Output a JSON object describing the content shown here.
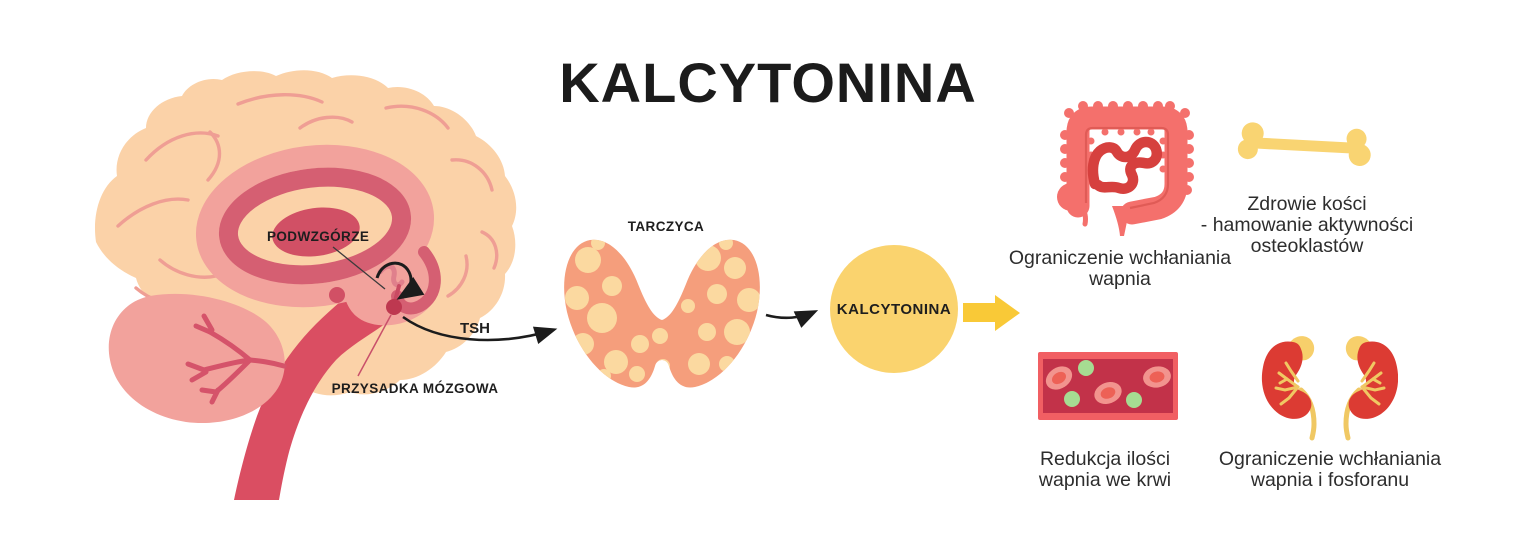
{
  "title": "KALCYTONINA",
  "brain": {
    "hypothalamus_label": "PODWZGÓRZE",
    "pituitary_label": "PRZYSADKA MÓZGOWA",
    "tsh_label": "TSH"
  },
  "thyroid": {
    "label": "TARCZYCA"
  },
  "hormone": {
    "label": "KALCYTONINA"
  },
  "effects": {
    "intestine": {
      "icon": "intestine-icon",
      "line1": "Ograniczenie wchłaniania",
      "line2": "wapnia"
    },
    "bone": {
      "icon": "bone-icon",
      "line1": "Zdrowie kości",
      "line2": "- hamowanie aktywności",
      "line3": "osteoklastów"
    },
    "blood": {
      "icon": "blood-vessel-icon",
      "line1": "Redukcja ilości",
      "line2": "wapnia we krwi"
    },
    "kidneys": {
      "icon": "kidneys-icon",
      "line1": "Ograniczenie wchłaniania",
      "line2": "wapnia i fosforanu"
    }
  },
  "colors": {
    "brain_cortex": "#FBD2A8",
    "brain_gyri_line": "#EF9E94",
    "brain_pink": "#F2A29C",
    "brain_dark_pink": "#D55F72",
    "thalamus": "#D15065",
    "brainstem": "#DA4E62",
    "pituitary_dot": "#BE3850",
    "thyroid_base": "#F59E7C",
    "thyroid_follicle": "#FBD9A0",
    "hormone_yellow": "#FAD36E",
    "block_arrow_yellow": "#F9C937",
    "intestine_light": "#F4706C",
    "intestine_dark": "#D6403E",
    "vessel_border": "#F15F63",
    "vessel_fill": "#C23249",
    "rbc_outer": "#F2948E",
    "rbc_inner": "#ED6156",
    "calcium_green": "#A6DC92",
    "kidney_red": "#DC3B33",
    "kidney_yellow": "#F7CF6B",
    "bone_yellow": "#F9D472",
    "arrow_black": "#1c1c1c",
    "text_dark": "#1e1e1e"
  }
}
